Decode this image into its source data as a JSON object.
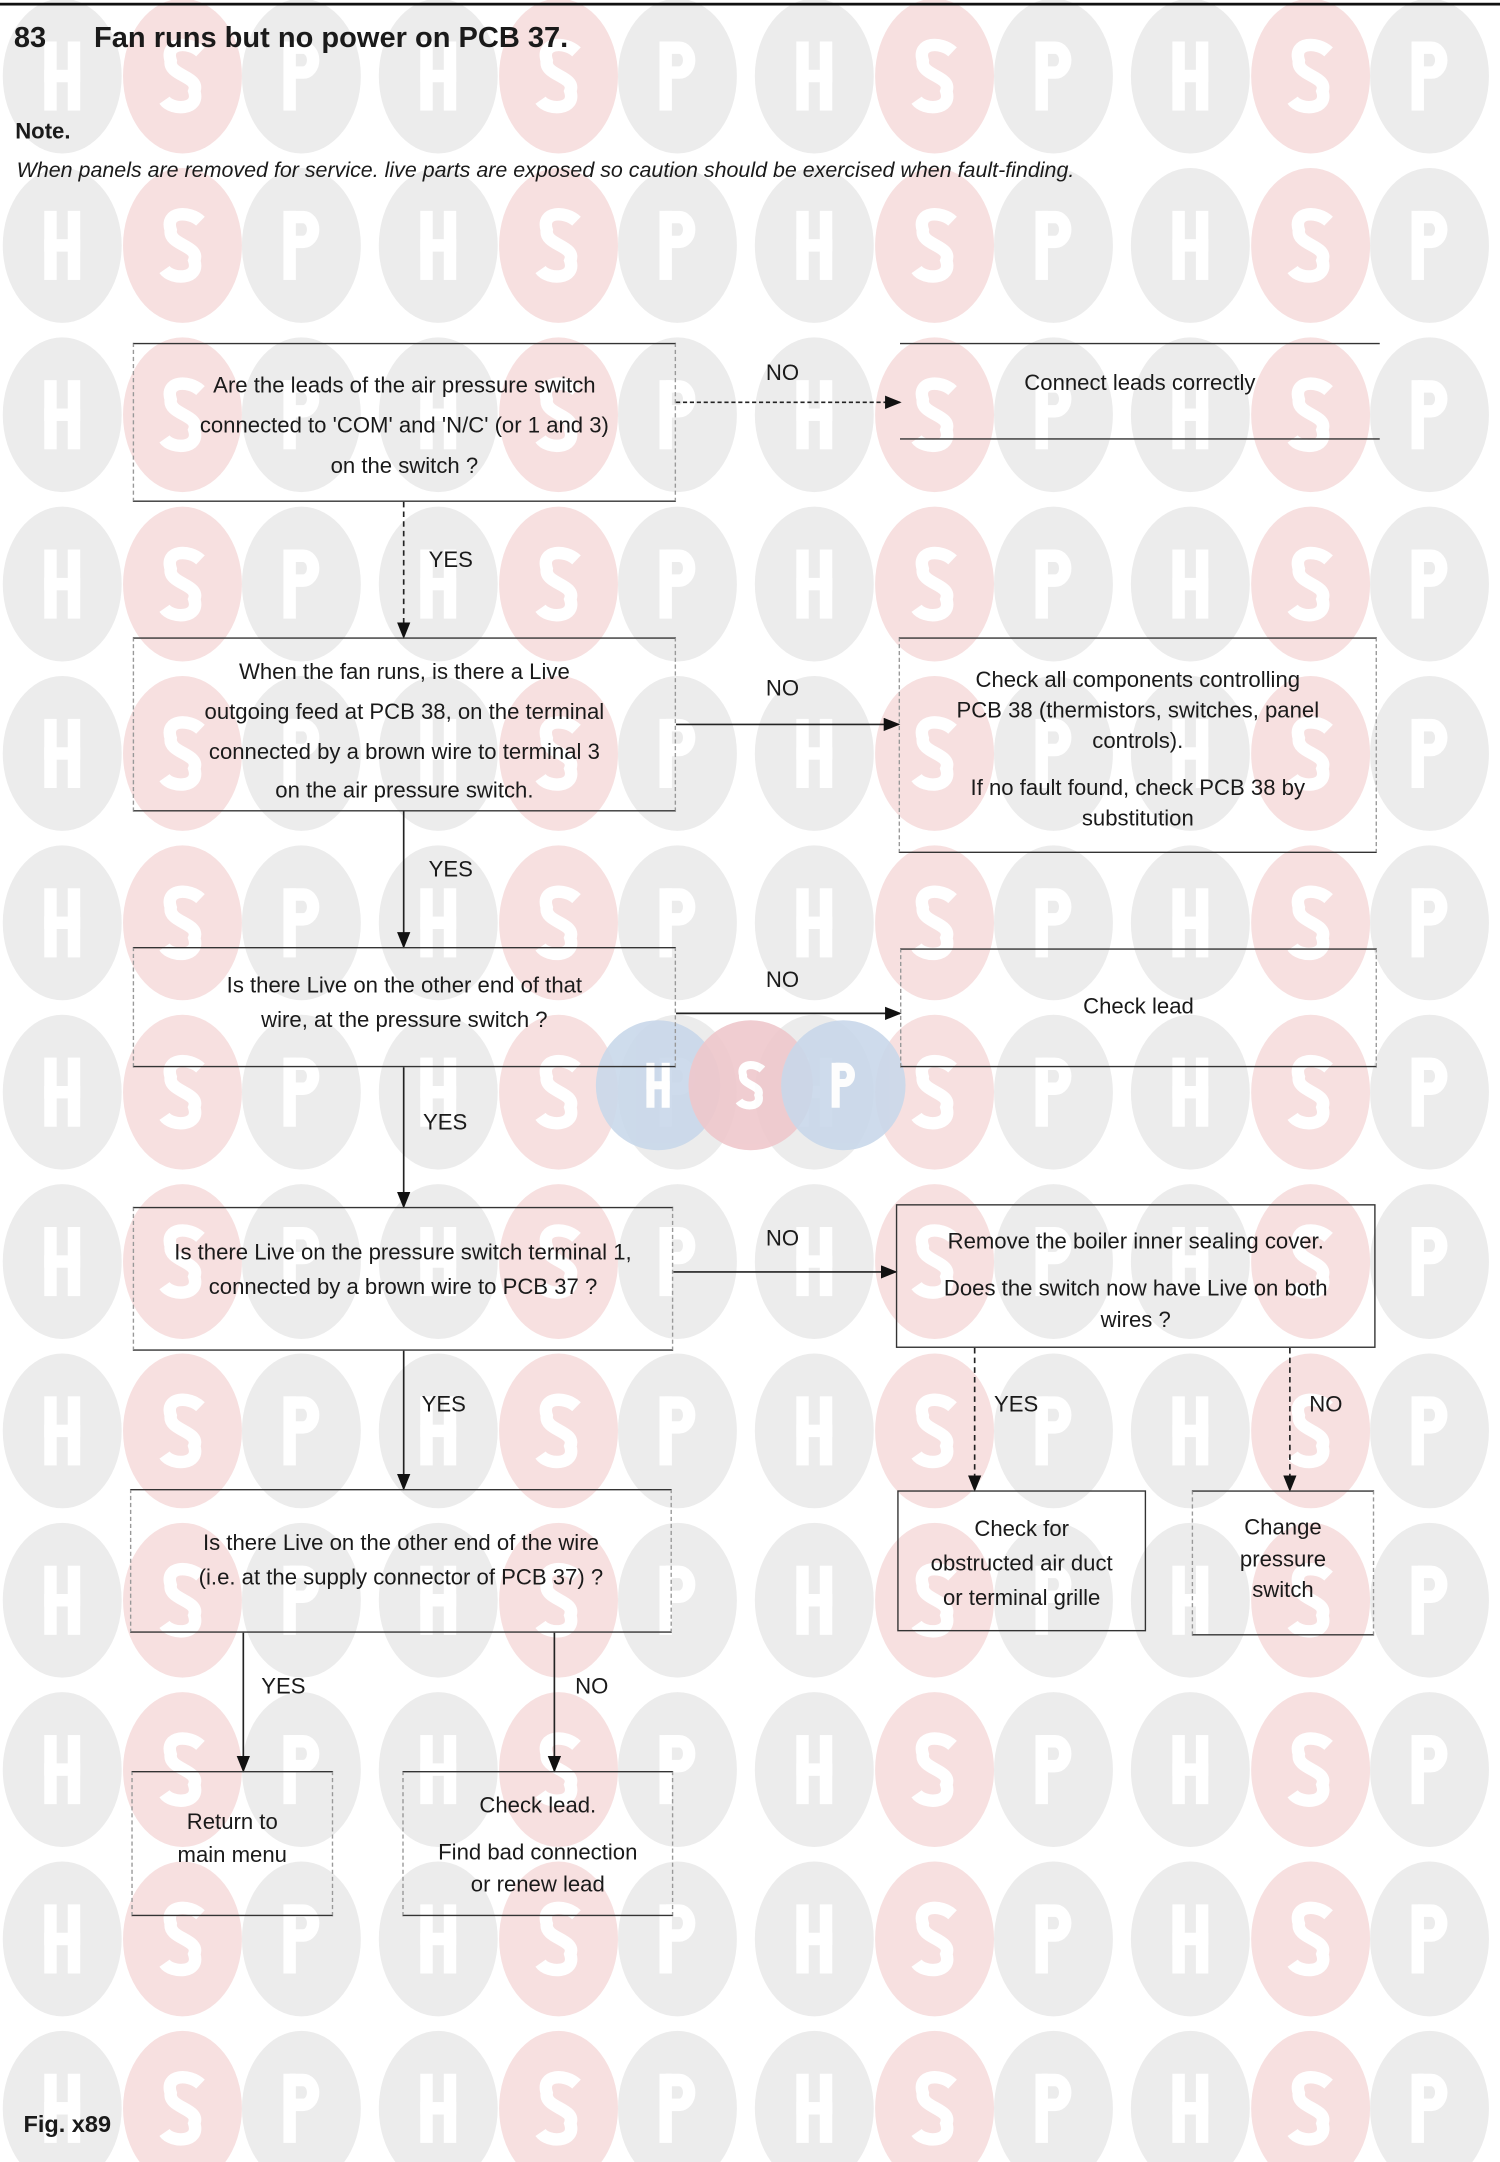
{
  "header": {
    "number": "83",
    "title": "Fan runs but no power on PCB 37."
  },
  "note": {
    "label": "Note.",
    "text": "When panels are removed for service. live parts are exposed so caution should be exercised when fault-finding."
  },
  "flow": {
    "q1": [
      "Are the leads of the air pressure switch",
      "connected to 'COM' and 'N/C' (or 1 and 3)",
      "on the switch ?"
    ],
    "r1": [
      "Connect leads correctly"
    ],
    "q2": [
      "When the fan runs, is there a Live",
      "outgoing feed at PCB 38, on the terminal",
      "connected by a brown wire to terminal 3",
      "on the air pressure switch."
    ],
    "r2a": [
      "Check all components controlling",
      "PCB 38 (thermistors, switches, panel",
      "controls)."
    ],
    "r2b": [
      "If no fault found, check PCB 38 by",
      "substitution"
    ],
    "q3": [
      "Is there Live on the other end of that",
      "wire, at the pressure switch ?"
    ],
    "r3": [
      "Check lead"
    ],
    "q4": [
      "Is there Live on the pressure switch terminal 1,",
      "connected by a brown wire to PCB 37 ?"
    ],
    "r4a": [
      "Remove the boiler inner sealing cover."
    ],
    "r4b": [
      "Does the switch now have Live on both",
      "wires ?"
    ],
    "r5": [
      "Check for",
      "obstructed air duct",
      "or terminal grille"
    ],
    "r6": [
      "Change",
      "pressure",
      "switch"
    ],
    "q5": [
      "Is there Live on the other end of the wire",
      "(i.e. at the supply connector of PCB 37) ?"
    ],
    "r7": [
      "Return to",
      "main menu"
    ],
    "r8a": [
      "Check lead."
    ],
    "r8b": [
      "Find bad connection",
      "or renew lead"
    ]
  },
  "labels": {
    "yes": "YES",
    "no": "NO"
  },
  "figure": {
    "caption": "Fig. x89"
  },
  "watermark": {
    "letters": [
      "H",
      "S",
      "P"
    ],
    "colors": {
      "gray": "#ececec",
      "pink": "#f7e0e0",
      "center_blue": "#c9d8ea",
      "center_pink": "#efc8cc"
    }
  }
}
